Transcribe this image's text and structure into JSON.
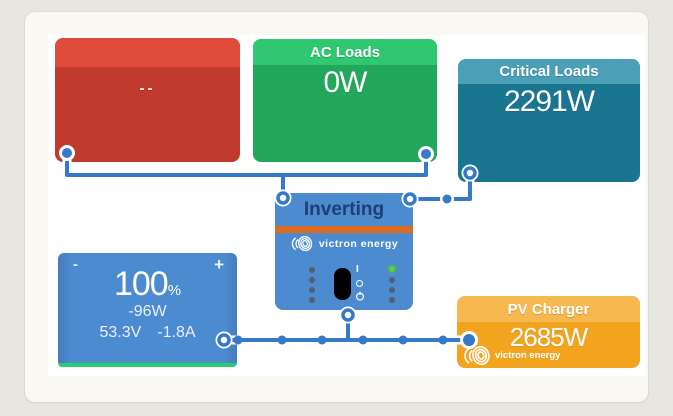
{
  "colors": {
    "page_bg": "#e8e6e0",
    "card_bg": "#faf8f2",
    "canvas_bg": "#ffffff",
    "wire": "#3579c8",
    "grid_header": "#e04b3c",
    "grid_body": "#c03a30",
    "ac_header": "#2fc871",
    "ac_body": "#23a75c",
    "critical_header": "#4ba0b8",
    "critical_body": "#1a7590",
    "device_blue": "#4d8bd1",
    "inverter_title": "#1e3f73",
    "inverter_stripe": "#dd6b20",
    "battery_terminal": "#2ecc71",
    "battery_soc_bar": "#2ecc71",
    "pv_header": "#f7b94f",
    "pv_body": "#f2a41e",
    "led_off": "#50616d",
    "led_on": "#5ad426"
  },
  "tiles": {
    "grid": {
      "value": "--"
    },
    "ac_loads": {
      "label": "AC Loads",
      "value": "0W"
    },
    "critical_loads": {
      "label": "Critical Loads",
      "value": "2291W"
    },
    "inverter": {
      "status": "Inverting",
      "brand": "victron energy",
      "switch_on": "I",
      "leds": {
        "left": "off,off,off,off",
        "right": "on,off,off,off"
      }
    },
    "battery": {
      "soc": "100",
      "soc_unit": "%",
      "power": "-96W",
      "voltage": "53.3V",
      "current": "-1.8A",
      "terminal_minus": "-",
      "terminal_plus": "+"
    },
    "pv_charger": {
      "label": "PV Charger",
      "value": "2685W",
      "brand": "victron energy"
    }
  }
}
